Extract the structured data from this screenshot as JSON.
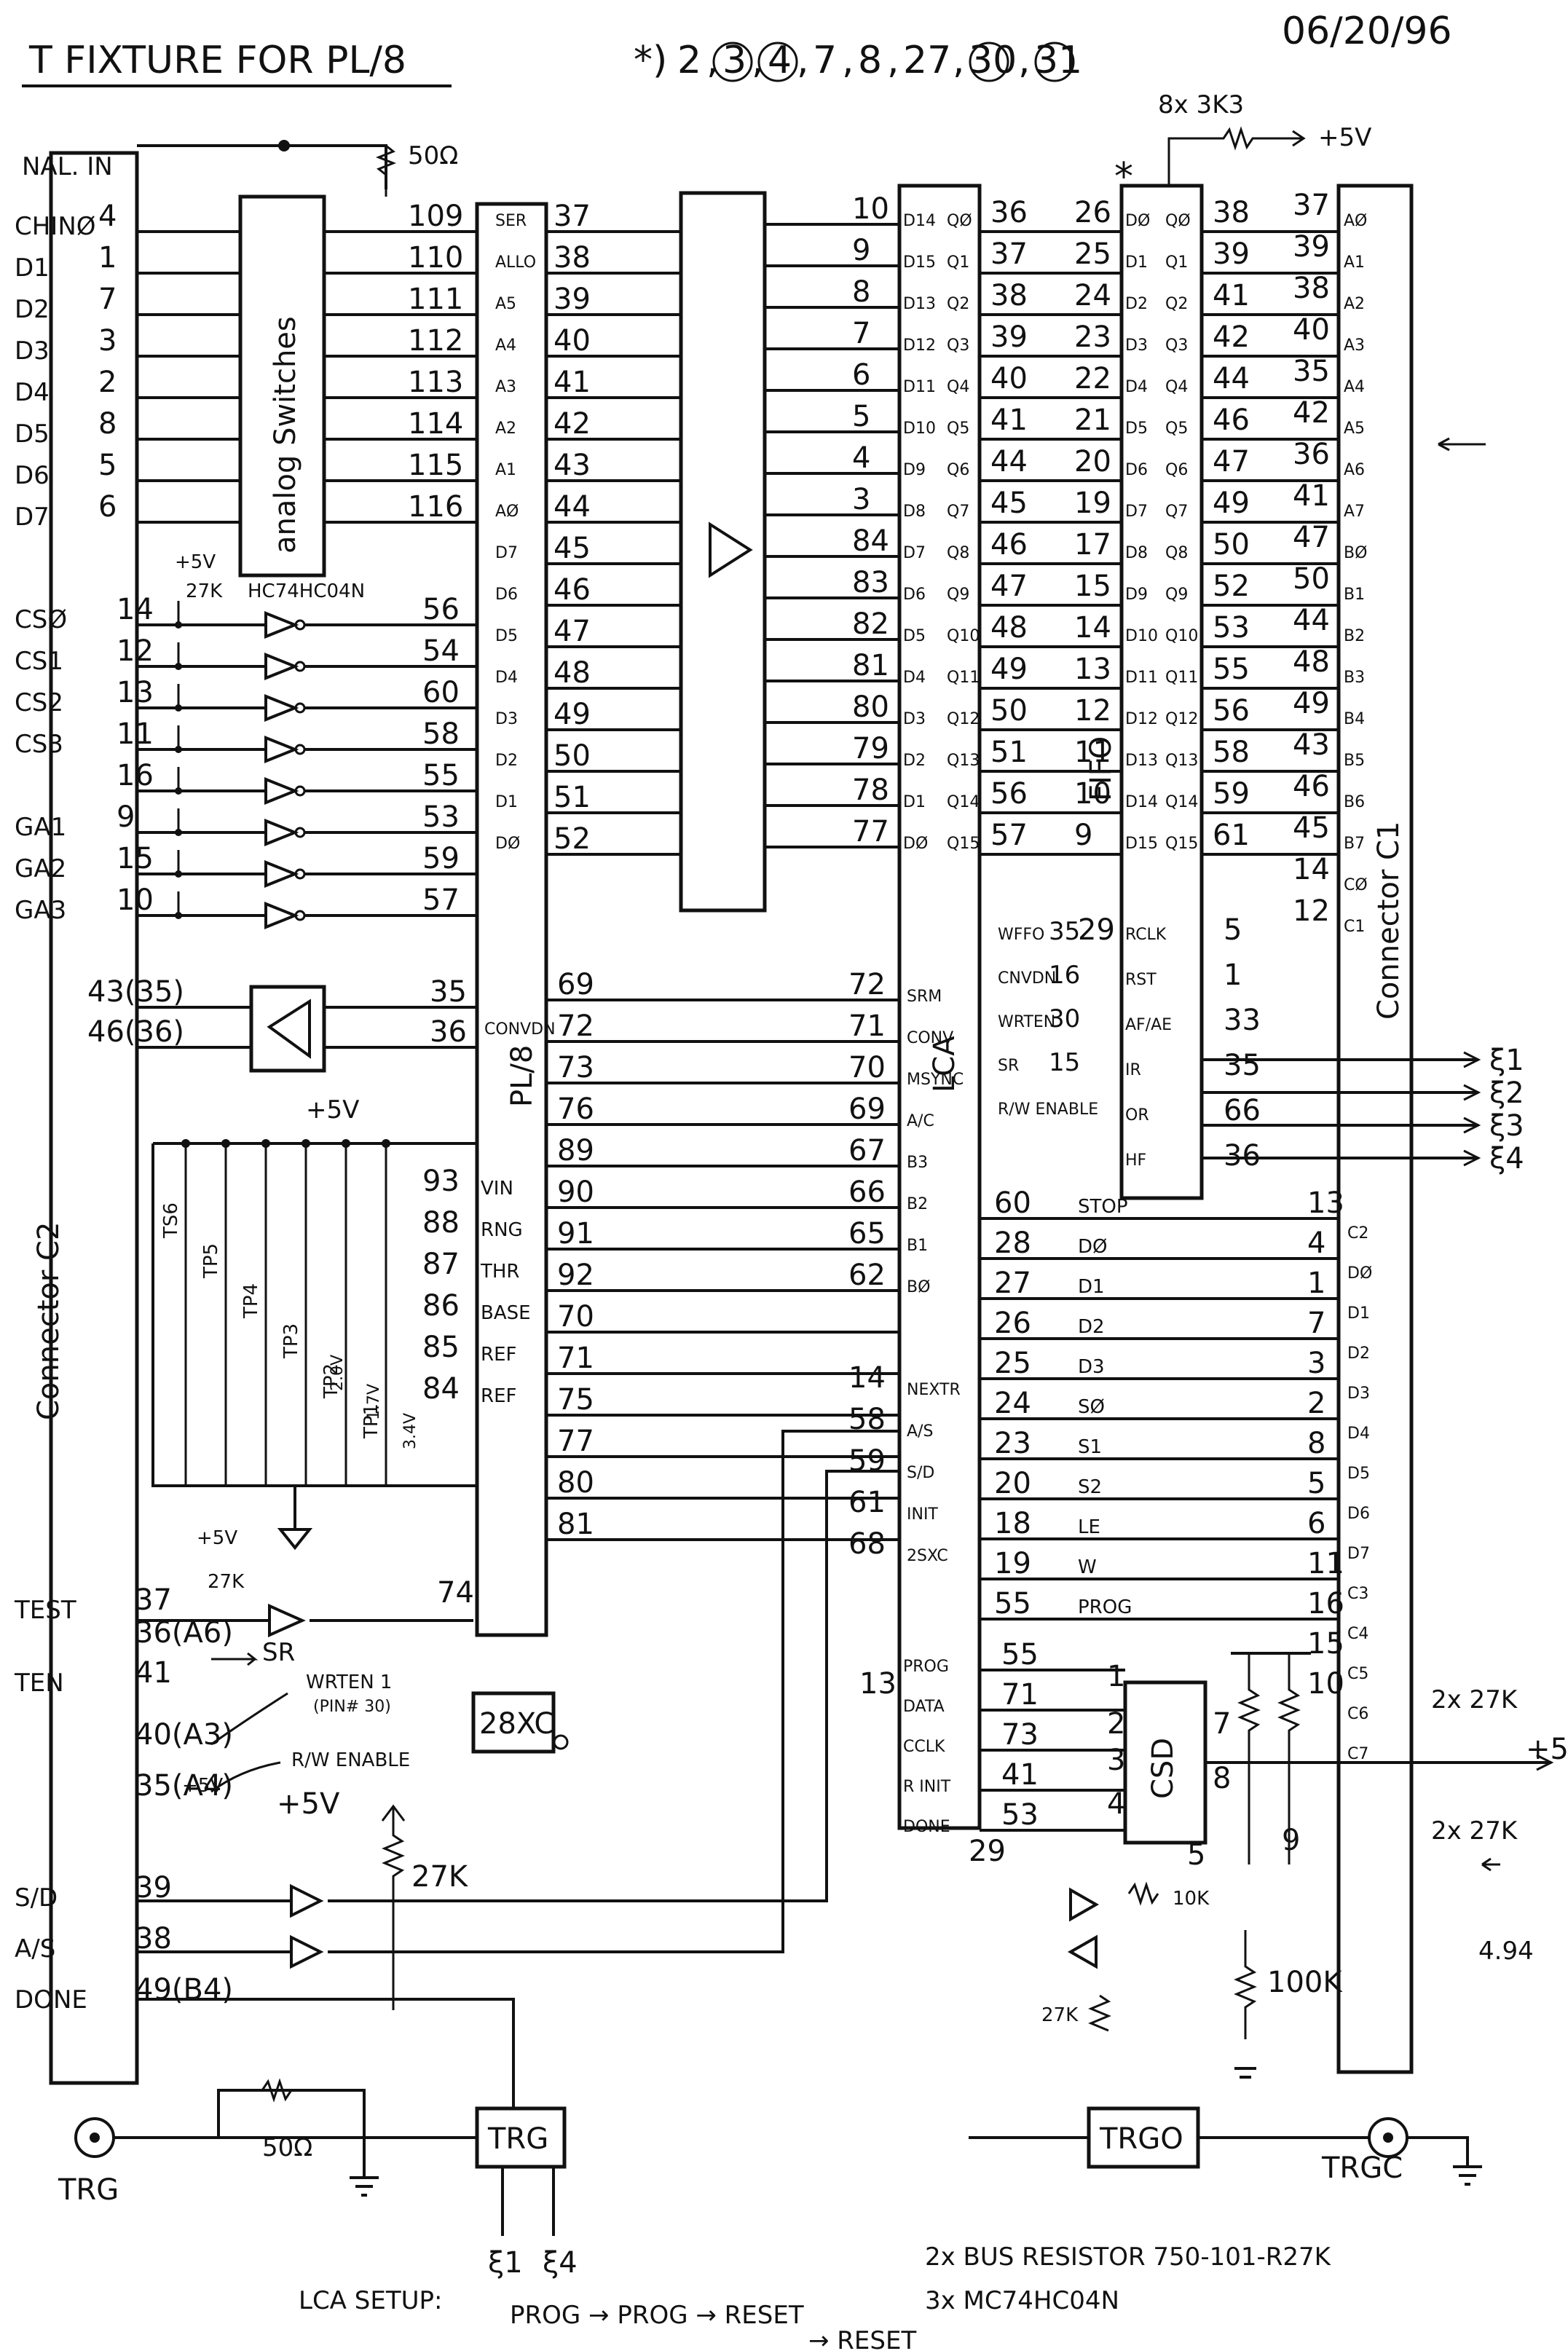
{
  "header": {
    "title": "T FIXTURE FOR PL/8",
    "date": "06/20/96",
    "pins_note_prefix": "*)",
    "pins_note": [
      "2",
      "3",
      "4",
      "7",
      "8",
      "27",
      "30",
      "31"
    ],
    "pins_note_circled": [
      "3",
      "4",
      "30",
      "31"
    ],
    "asterisk": "*"
  },
  "top_left": {
    "signal_in": "NAL. IN",
    "term_res": "50Ω"
  },
  "pullup": {
    "label": "8x 3K3",
    "supply": "+5V"
  },
  "left_connector": {
    "name": "Connector C2",
    "pins": [
      {
        "sig": "CHINØ",
        "pin": "4"
      },
      {
        "sig": "D1",
        "pin": "1"
      },
      {
        "sig": "D2",
        "pin": "7"
      },
      {
        "sig": "D3",
        "pin": "3"
      },
      {
        "sig": "D4",
        "pin": "2"
      },
      {
        "sig": "D5",
        "pin": "8"
      },
      {
        "sig": "D6",
        "pin": "5"
      },
      {
        "sig": "D7",
        "pin": "6"
      }
    ],
    "cs_pins": [
      {
        "sig": "CSØ",
        "pin": "14"
      },
      {
        "sig": "CS1",
        "pin": "12"
      },
      {
        "sig": "CS2",
        "pin": "13"
      },
      {
        "sig": "CS3",
        "pin": "11"
      },
      {
        "sig": "",
        "pin": "16"
      },
      {
        "sig": "GA1",
        "pin": "9"
      },
      {
        "sig": "GA2",
        "pin": "15"
      },
      {
        "sig": "GA3",
        "pin": "10"
      }
    ],
    "analog_pins": [
      "43(35)",
      "46(36)"
    ],
    "bottom_pins": [
      {
        "sig": "TEST",
        "pin": "37"
      },
      {
        "sig": "",
        "pin": "36(A6)"
      },
      {
        "sig": "TEN",
        "pin": "41"
      },
      {
        "sig": "",
        "pin": "40(A3)"
      },
      {
        "sig": "",
        "pin": "35(A4)"
      },
      {
        "sig": "S/D",
        "pin": "39"
      },
      {
        "sig": "A/S",
        "pin": "38"
      },
      {
        "sig": "DONE",
        "pin": "49(B4)"
      }
    ]
  },
  "analog_switches": {
    "label": "analog Switches"
  },
  "inverter": {
    "part": "HC74HC04N",
    "pullup": "27K",
    "supply": "+5V"
  },
  "pl8": {
    "name": "PL/8",
    "left_pins": [
      "109",
      "110",
      "111",
      "112",
      "113",
      "114",
      "115",
      "116",
      "56",
      "54",
      "60",
      "58",
      "55",
      "53",
      "59",
      "57",
      "35",
      "36",
      "93",
      "88",
      "87",
      "86",
      "85",
      "84",
      "74"
    ],
    "right_labels": [
      "SER",
      "ALLO",
      "A5",
      "A4",
      "A3",
      "A2",
      "A1",
      "AØ",
      "D7",
      "D6",
      "D5",
      "D4",
      "D3",
      "D2",
      "D1",
      "DØ"
    ],
    "right_pins": [
      "37",
      "38",
      "39",
      "40",
      "41",
      "42",
      "43",
      "44",
      "45",
      "46",
      "47",
      "48",
      "49",
      "50",
      "51",
      "52"
    ],
    "ctrl_labels": [
      "VIN",
      "RNG",
      "THR",
      "BASE",
      "REF",
      "REF"
    ],
    "ctrl_pins": [
      "69",
      "72",
      "73",
      "76",
      "89",
      "90",
      "91",
      "92",
      "70",
      "71",
      "75",
      "77",
      "80",
      "81"
    ],
    "conv_label": "CONVDN"
  },
  "buffer": {
    "pins_left": [
      "10",
      "9",
      "8",
      "7",
      "6",
      "5",
      "4",
      "3",
      "84",
      "83",
      "82",
      "81",
      "80",
      "79",
      "78",
      "77"
    ]
  },
  "lca": {
    "name": "LCA",
    "d_labels": [
      "D14",
      "D15",
      "D13",
      "D12",
      "D11",
      "D10",
      "D9",
      "D8",
      "D7",
      "D6",
      "D5",
      "D4",
      "D3",
      "D2",
      "D1",
      "DØ"
    ],
    "q_labels": [
      "QØ",
      "Q1",
      "Q2",
      "Q3",
      "Q4",
      "Q5",
      "Q6",
      "Q7",
      "Q8",
      "Q9",
      "Q10",
      "Q11",
      "Q12",
      "Q13",
      "Q14",
      "Q15"
    ],
    "left_ctrl": [
      {
        "sig": "SRM",
        "pin": "72"
      },
      {
        "sig": "CONV",
        "pin": "71"
      },
      {
        "sig": "MSYNC",
        "pin": "70"
      },
      {
        "sig": "A/C",
        "pin": "69"
      },
      {
        "sig": "B3",
        "pin": "67"
      },
      {
        "sig": "B2",
        "pin": "66"
      },
      {
        "sig": "B1",
        "pin": "65"
      },
      {
        "sig": "BØ",
        "pin": "62"
      },
      {
        "sig": "NEXTR",
        "pin": "14"
      },
      {
        "sig": "A/S",
        "pin": "58"
      },
      {
        "sig": "S/D",
        "pin": "59"
      },
      {
        "sig": "INIT",
        "pin": "61"
      },
      {
        "sig": "2SXC",
        "pin": "68"
      }
    ],
    "prog_pins": [
      {
        "sig": "PROG",
        "pin": "55"
      },
      {
        "sig": "DATA",
        "pin": "71"
      },
      {
        "sig": "CCLK",
        "pin": "73"
      },
      {
        "sig": "R INIT",
        "pin": "41"
      },
      {
        "sig": "DONE",
        "pin": "53"
      }
    ],
    "pin13": "13",
    "pin29": "29",
    "q_pins_a": [
      "36",
      "37",
      "38",
      "39",
      "40",
      "41",
      "44",
      "45",
      "46",
      "47",
      "48",
      "49",
      "50",
      "51",
      "56",
      "57"
    ],
    "q_pins_b": [
      "26",
      "25",
      "24",
      "23",
      "22",
      "21",
      "20",
      "19",
      "17",
      "15",
      "14",
      "13",
      "12",
      "11",
      "10",
      "9"
    ],
    "mid_ctrl": [
      {
        "sig": "WFFO",
        "pin": "35",
        "pin2": "29"
      },
      {
        "sig": "CNVDN",
        "pin": "16"
      },
      {
        "sig": "WRTEN",
        "pin": "30"
      },
      {
        "sig": "SR",
        "pin": "15"
      },
      {
        "sig": "R/W ENABLE",
        "pin": ""
      }
    ],
    "lower_right": [
      {
        "sig": "STOP",
        "pin": "60"
      },
      {
        "sig": "DØ",
        "pin": "28"
      },
      {
        "sig": "D1",
        "pin": "27"
      },
      {
        "sig": "D2",
        "pin": "26"
      },
      {
        "sig": "D3",
        "pin": "25"
      },
      {
        "sig": "SØ",
        "pin": "24"
      },
      {
        "sig": "S1",
        "pin": "23"
      },
      {
        "sig": "S2",
        "pin": "20"
      },
      {
        "sig": "LE",
        "pin": "18"
      },
      {
        "sig": "W",
        "pin": "19"
      },
      {
        "sig": "PROG",
        "pin": "55"
      }
    ]
  },
  "fifo": {
    "name": "FIFO",
    "d_labels": [
      "DØ",
      "D1",
      "D2",
      "D3",
      "D4",
      "D5",
      "D6",
      "D7",
      "D8",
      "D9",
      "D10",
      "D11",
      "D12",
      "D13",
      "D14",
      "D15"
    ],
    "q_labels": [
      "QØ",
      "Q1",
      "Q2",
      "Q3",
      "Q4",
      "Q5",
      "Q6",
      "Q7",
      "Q8",
      "Q9",
      "Q10",
      "Q11",
      "Q12",
      "Q13",
      "Q14",
      "Q15"
    ],
    "ctrl": [
      {
        "sig": "RCLK",
        "pin": "5"
      },
      {
        "sig": "RST",
        "pin": "1"
      },
      {
        "sig": "AF/AE",
        "pin": "33"
      },
      {
        "sig": "IR",
        "pin": "35"
      },
      {
        "sig": "OR",
        "pin": "66"
      },
      {
        "sig": "HF",
        "pin": "36"
      }
    ],
    "out_pins": [
      "38",
      "39",
      "41",
      "42",
      "44",
      "46",
      "47",
      "49",
      "50",
      "52",
      "53",
      "55",
      "56",
      "58",
      "59",
      "61"
    ]
  },
  "right_connector": {
    "name": "Connector C1",
    "pins_a": [
      "37",
      "39",
      "38",
      "40",
      "35",
      "42",
      "36",
      "41",
      "47",
      "50",
      "44",
      "48",
      "49",
      "43",
      "46",
      "45",
      "14",
      "12"
    ],
    "labels_a": [
      "AØ",
      "A1",
      "A2",
      "A3",
      "A4",
      "A5",
      "A6",
      "A7",
      "BØ",
      "B1",
      "B2",
      "B3",
      "B4",
      "B5",
      "B6",
      "B7",
      "CØ",
      "C1"
    ],
    "pins_b": [
      "13",
      "4",
      "1",
      "7",
      "3",
      "2",
      "8",
      "5",
      "6",
      "11",
      "16",
      "15",
      "10"
    ],
    "labels_b": [
      "C2",
      "DØ",
      "D1",
      "D2",
      "D3",
      "D4",
      "D5",
      "D6",
      "D7",
      "C3",
      "C4",
      "C5",
      "C6",
      "C7"
    ],
    "sig_out": [
      "ξ1",
      "ξ2",
      "ξ3",
      "ξ4"
    ]
  },
  "trimmers": [
    "TS6",
    "TP5",
    "TP4",
    "TP3",
    "TP2",
    "TP1"
  ],
  "trim_volt": [
    "2.0V",
    "1.7V",
    "3.4V"
  ],
  "csd": {
    "name": "CSD",
    "pins": [
      "1",
      "2",
      "3",
      "4",
      "5",
      "7",
      "8",
      "9"
    ]
  },
  "resistors": {
    "r_2x27k_a": "2x 27K",
    "r_2x27k_b": "2x 27K",
    "r27k": "27K",
    "r100k": "100K",
    "r10k": "10K",
    "r50": "50Ω",
    "r27k_b": "27K"
  },
  "plus5": "+5V",
  "gates": {
    "sr": "SR",
    "wrten": "WRTEN 1",
    "wrten_pin": "(PIN# 30)",
    "rw": "R/W ENABLE"
  },
  "trg": {
    "left_conn": "TRG",
    "block": "TRG",
    "block_out": "TRGO",
    "right_conn": "TRGC",
    "inputs": [
      "ξ1",
      "ξ4"
    ]
  },
  "block_28": "28XC",
  "side_note": "4.94",
  "footer": {
    "setup_label": "LCA SETUP:",
    "setup_seq": "PROG → PROG → RESET",
    "setup_seq2": "→ RESET",
    "bom1": "2x BUS RESISTOR 750-101-R27K",
    "bom2": "3x MC74HC04N"
  }
}
